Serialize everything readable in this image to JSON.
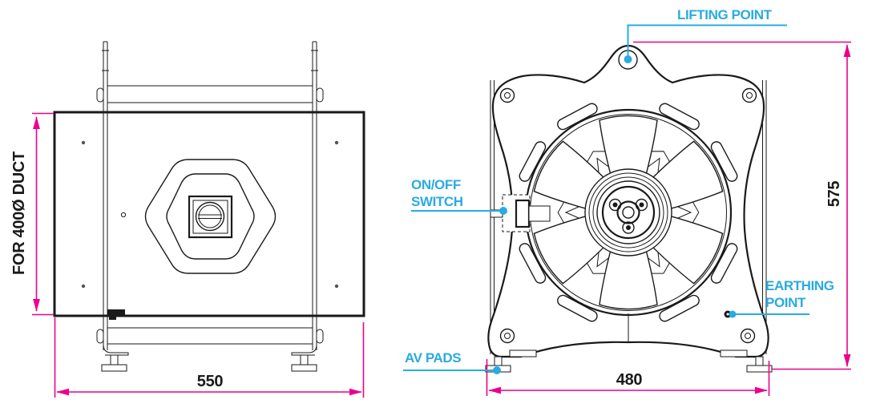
{
  "colors": {
    "background": "#ffffff",
    "drawing": "#1a1a1a",
    "dimension": "#ec008c",
    "callout": "#29abe2"
  },
  "callouts": {
    "lifting_point": "LIFTING POINT",
    "on_off_switch": {
      "line1": "ON/OFF",
      "line2": "SWITCH"
    },
    "earthing_point": {
      "line1": "EARTHING",
      "line2": "POINT"
    },
    "av_pads": "AV PADS"
  },
  "dimensions": {
    "side_view_width": "550",
    "front_view_width": "480",
    "front_view_height": "575",
    "duct_note": "FOR 400Ø DUCT"
  }
}
